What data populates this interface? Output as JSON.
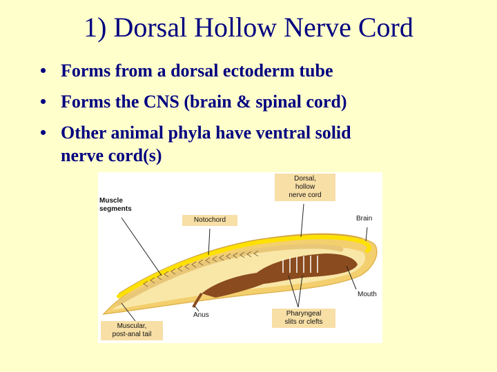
{
  "slide": {
    "title": "1) Dorsal Hollow Nerve Cord",
    "bullets": [
      "Forms from a dorsal ectoderm tube",
      "Forms the CNS (brain & spinal cord)",
      "Other animal phyla have ventral solid"
    ],
    "bullet3_continuation": "nerve cord(s)",
    "bullet_glyph": "•"
  },
  "diagram": {
    "labels": {
      "dorsal_hollow_nerve_cord": "Dorsal,\nhollow\nnerve cord",
      "muscle_segments": "Muscle\nsegments",
      "notochord": "Notochord",
      "brain": "Brain",
      "mouth": "Mouth",
      "anus": "Anus",
      "pharyngeal_slits": "Pharyngeal\nslits or clefts",
      "post_anal_tail": "Muscular,\npost-anal tail"
    },
    "colors": {
      "background": "#FFFFCC",
      "text": "#000080",
      "body_outer": "#F3CF6E",
      "body_inner": "#F9E7A8",
      "nerve_cord": "#FFE100",
      "gut": "#8A4B1E",
      "label_box": "#F7DFA6"
    }
  }
}
